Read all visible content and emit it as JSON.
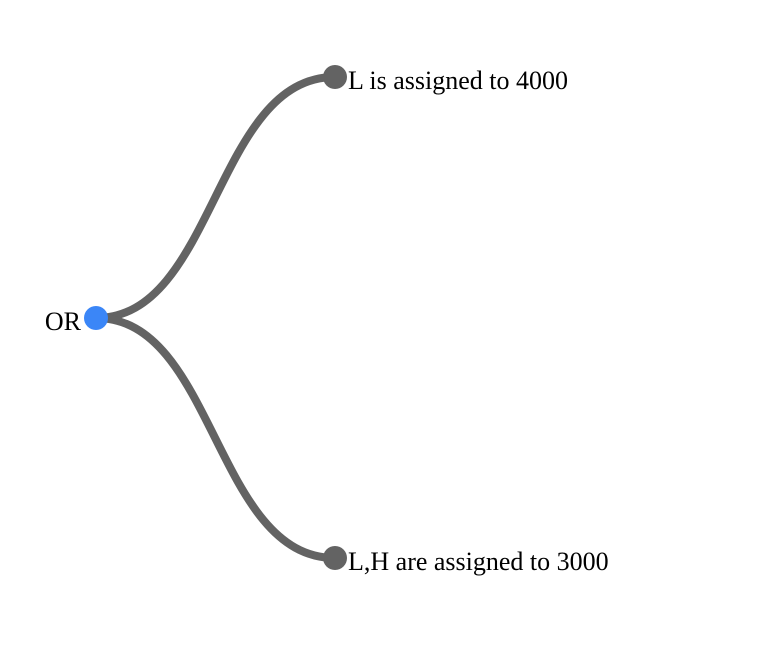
{
  "tree": {
    "root": {
      "label": "OR",
      "color": "#3b86f7"
    },
    "children": [
      {
        "label": "L is assigned to 4000",
        "color": "#636363"
      },
      {
        "label": "L,H are assigned to 3000",
        "color": "#636363"
      }
    ],
    "link_color": "#636363",
    "text_color": "#000000"
  }
}
